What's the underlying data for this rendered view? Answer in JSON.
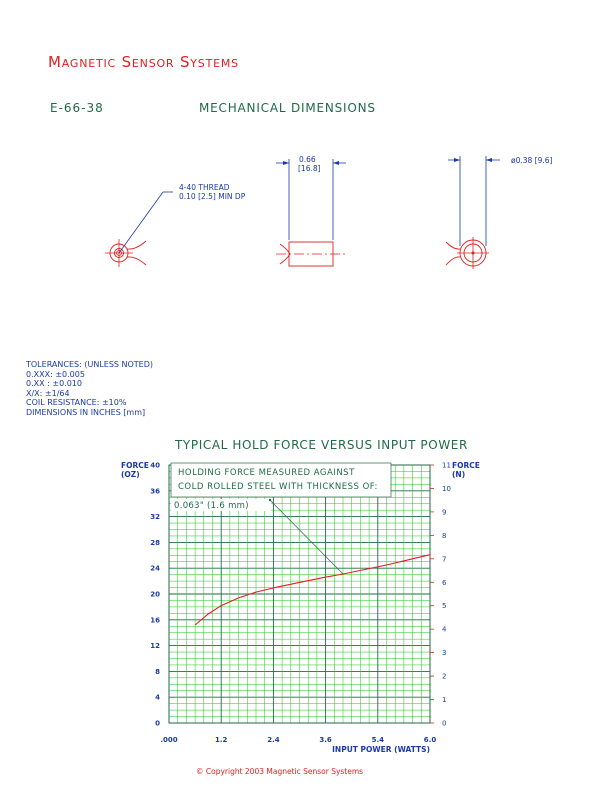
{
  "header": {
    "company": "Magnetic Sensor Systems",
    "drawing_number": "E-66-38",
    "drawing_title": "MECHANICAL DIMENSIONS"
  },
  "views": {
    "thread_note_line1": "4-40 THREAD",
    "thread_note_line2": "0.10 [2.5] MIN DP",
    "length_dim_line1": "0.66",
    "length_dim_line2": "[16.8]",
    "diameter_dim": "ø0.38 [9.6]"
  },
  "tolerances": {
    "heading": "TOLERANCES: (UNLESS NOTED)",
    "line1": "0.XXX:  ±0.005",
    "line2": "0.XX  :  ±0.010",
    "line3": "X/X:    ±1/64",
    "line4": "COIL RESISTANCE:   ±10%",
    "line5": "DIMENSIONS IN INCHES [mm]"
  },
  "chart_title": "TYPICAL HOLD FORCE VERSUS INPUT POWER",
  "chart_data": {
    "type": "line",
    "title": "TYPICAL HOLD FORCE VERSUS INPUT POWER",
    "xlabel": "INPUT POWER (WATTS)",
    "ylabel": "FORCE (OZ)",
    "y2label": "FORCE (N)",
    "ylabel_line1": "FORCE",
    "ylabel_line2": "(OZ)",
    "y2label_line1": "FORCE",
    "y2label_line2": "(N)",
    "xlim": [
      0,
      6.0
    ],
    "ylim": [
      0,
      40
    ],
    "y2lim": [
      0,
      11
    ],
    "x_ticks": [
      ".000",
      "1.2",
      "2.4",
      "3.6",
      "5.4",
      "6.0"
    ],
    "y_ticks": [
      "0",
      "4",
      "8",
      "12",
      "16",
      "20",
      "24",
      "28",
      "32",
      "36",
      "40"
    ],
    "y2_ticks": [
      "0",
      "1",
      "2",
      "3",
      "4",
      "5",
      "6",
      "7",
      "8",
      "9",
      "10",
      "11"
    ],
    "grid": true,
    "annotation_line1": "HOLDING FORCE MEASURED AGAINST",
    "annotation_line2": "COLD ROLLED STEEL WITH THICKNESS OF:",
    "annotation_line3": "0.063\" (1.6 mm)",
    "series": [
      {
        "x": [
          0.6,
          0.9,
          1.2,
          1.6,
          2.0,
          2.5,
          3.0,
          3.5,
          4.0,
          4.5,
          5.0,
          5.5,
          6.0
        ],
        "y": [
          15.2,
          16.9,
          18.2,
          19.4,
          20.3,
          21.1,
          21.8,
          22.5,
          23.1,
          23.8,
          24.5,
          25.3,
          26.1
        ],
        "color": "#e02020"
      }
    ],
    "colors": {
      "grid": "#19c919",
      "axes": "#1f6b46",
      "curve": "#e02020",
      "text": "#1a3aa8"
    }
  },
  "copyright": "©  Copyright 2003 Magnetic Sensor Systems"
}
